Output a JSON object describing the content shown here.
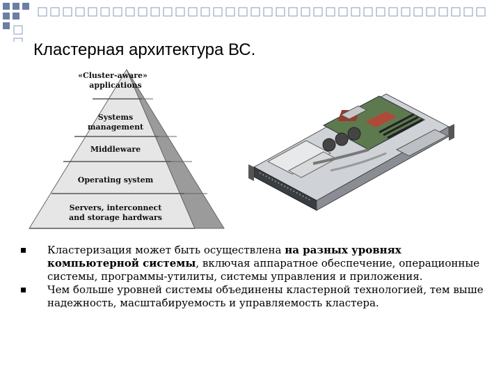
{
  "slide": {
    "title": "Кластерная архитектура ВС."
  },
  "pyramid": {
    "levels": [
      "«Cluster-aware»",
      "applications",
      "Systems",
      "management",
      "Middleware",
      "Operating system",
      "Servers, interconnect",
      "and storage hardwars"
    ]
  },
  "bullets": {
    "item1_part1": "Кластеризация может быть осуществлена ",
    "item1_bold": "на разных уровнях компьютерной системы",
    "item1_part2": ", включая аппаратное обеспечение, операционные системы, программы-утилиты, системы управления и приложения.",
    "item2": "Чем больше уровней системы объединены кластерной технологией, тем выше надежность, масштабируемость и управляемость кластера."
  }
}
